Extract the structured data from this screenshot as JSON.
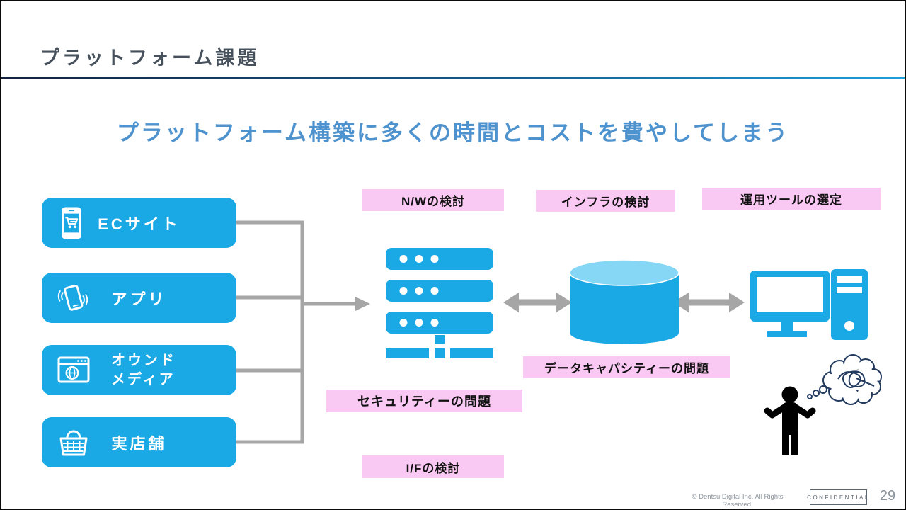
{
  "slide": {
    "title": "プラットフォーム課題",
    "headline": "プラットフォーム構築に多くの時間とコストを費やしてしまう",
    "page_number": "29",
    "copyright": "© Dentsu Digital Inc. All Rights Reserved.",
    "confidential_label": "CONFIDENTIAL"
  },
  "channels": [
    {
      "label": "ECサイト",
      "icon": "smartphone-cart-icon"
    },
    {
      "label": "アプリ",
      "icon": "smartphone-shake-icon"
    },
    {
      "label_line1": "オウンド",
      "label_line2": "メディア",
      "icon": "browser-globe-icon"
    },
    {
      "label": "実店舗",
      "icon": "shopping-basket-icon"
    }
  ],
  "issues": {
    "top": [
      "N/Wの検討",
      "インフラの検討",
      "運用ツールの選定"
    ],
    "data_capacity": "データキャパシティーの問題",
    "security": "セキュリティーの問題",
    "interface": "I/Fの検討"
  },
  "diagram_icons": [
    "server-icon",
    "database-icon",
    "desktop-pc-icon",
    "confused-person-icon",
    "thought-bubble-icon"
  ],
  "colors": {
    "accent_blue": "#1ba9e5",
    "database_top_blue": "#86d7f5",
    "headline_blue": "#4e92ce",
    "label_pink": "#f9c8f3",
    "connector_gray": "#a6a6a6",
    "title_gray": "#47515c",
    "rule_gradient_start": "#13223e",
    "rule_gradient_end": "#1e9ed9"
  }
}
